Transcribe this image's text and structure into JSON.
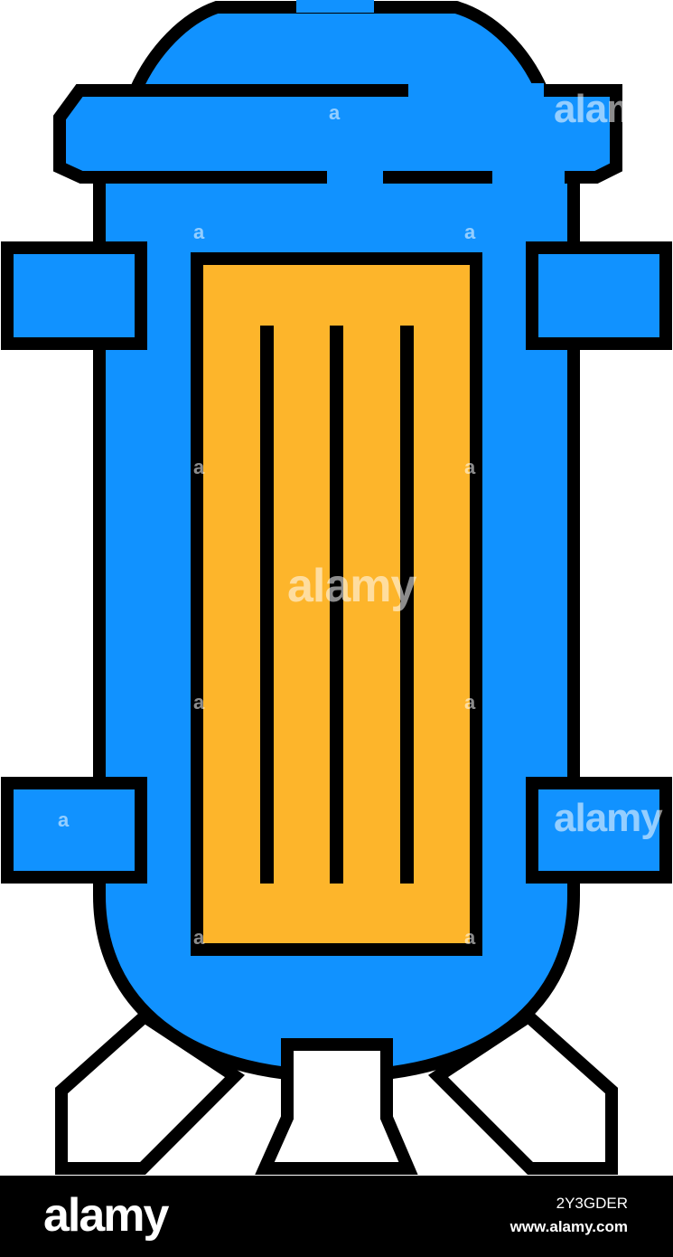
{
  "illustration": {
    "subject": "reactor-vessel-icon",
    "colors": {
      "vessel": "#1192FF",
      "core": "#FDB52B",
      "outline": "#000000",
      "legs": "#FFFFFF"
    },
    "fuel_rod_count": 3
  },
  "watermark": {
    "big": "alamy",
    "small": "a"
  },
  "footer": {
    "logo": "alamy",
    "image_id": "2Y3GDER",
    "url": "www.alamy.com"
  }
}
